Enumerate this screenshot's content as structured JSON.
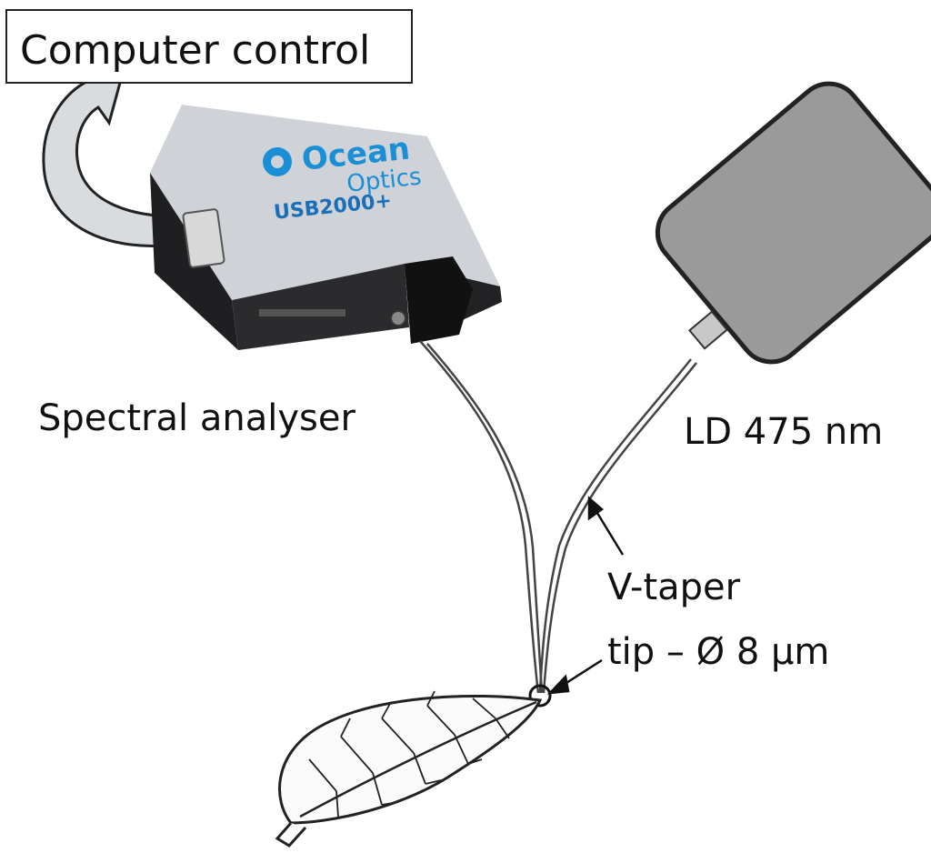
{
  "labels": {
    "computer_control": "Computer control",
    "spectral_analyser": "Spectral analyser",
    "light_source": "LD 475 nm",
    "taper_line1": "V-taper",
    "taper_line2": "tip – Ø 8 µm"
  },
  "device": {
    "brand_line1": "Ocean",
    "brand_line2": "Optics",
    "model": "USB2000+"
  },
  "colors": {
    "spectrometer_top": "#cfd3d8",
    "spectrometer_body": "#2b2b2e",
    "brand": "#1a8fd6",
    "laser_body": "#9a9a9a",
    "arrow_fill": "#d9dcdf",
    "fiber": "#444444"
  },
  "icons": [
    "curved-arrow-icon",
    "spectrometer-icon",
    "laser-diode-icon",
    "optical-fiber-icon",
    "leaf-icon"
  ]
}
